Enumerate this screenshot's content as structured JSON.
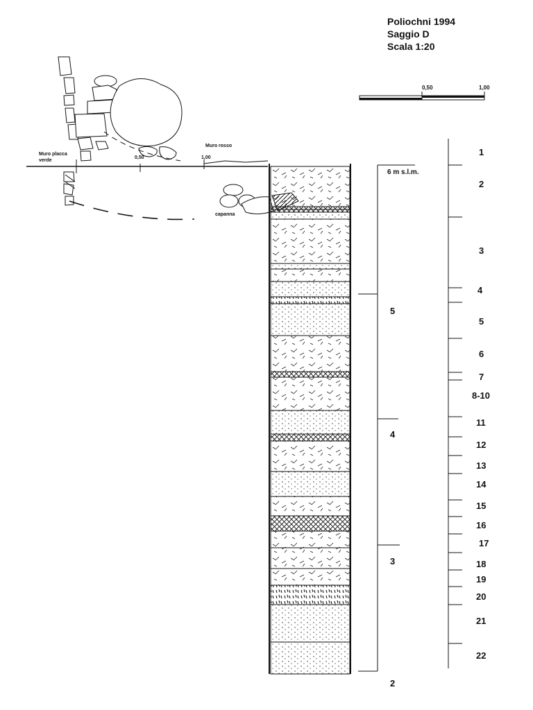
{
  "header": {
    "title": "Poliochni 1994",
    "subtitle": "Saggio D",
    "scale": "Scala 1:20"
  },
  "scale_bar": {
    "mid_label": "0,50",
    "end_label": "1,00"
  },
  "plan": {
    "muro_placca": "Muro placca",
    "muro_verde": "verde",
    "muro_rosso": "Muro rosso",
    "capanna": "capanna",
    "mark_050": "0,50",
    "mark_100": "1,00"
  },
  "phases": [
    "6 m s.l.m.",
    "5",
    "4",
    "3",
    "2"
  ],
  "layers": [
    "1",
    "2",
    "3",
    "4",
    "5",
    "6",
    "7",
    "8-10",
    "11",
    "12",
    "13",
    "14",
    "15",
    "16",
    "17",
    "18",
    "19",
    "20",
    "21",
    "22"
  ]
}
